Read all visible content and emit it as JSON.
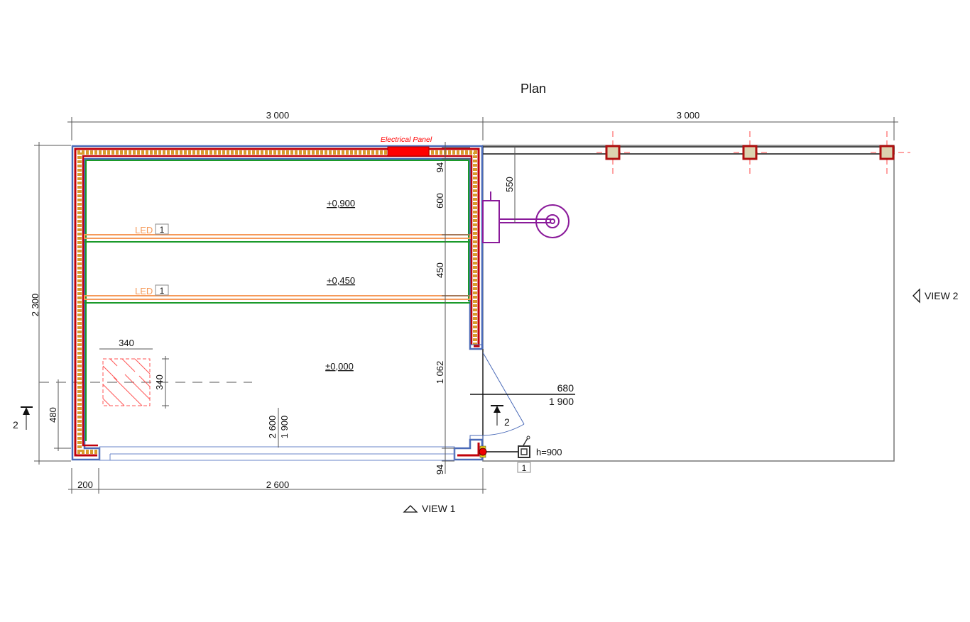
{
  "title": "Plan",
  "colors": {
    "wall_outer": "#4a6ab8",
    "wall_red": "#c0000a",
    "insulation": "#d99a2b",
    "inner": "#1a9a2a",
    "led": "#f59a5a",
    "panel": "#ff0000",
    "heater": "#8a1a9a",
    "post_fill": "#dcd3b0"
  },
  "dimensions": {
    "top_left": "3 000",
    "top_right": "3 000",
    "left_total": "2 300",
    "right_94_top": "94",
    "right_600": "600",
    "right_450": "450",
    "right_1062": "1 062",
    "right_94_bottom": "94",
    "heater_550": "550",
    "bottom_200": "200",
    "bottom_2600": "2 600",
    "left_480": "480",
    "box_width": "340",
    "box_height": "340",
    "window_width": "2 600",
    "window_height": "1 900",
    "door_width": "680",
    "door_height": "1 900"
  },
  "labels": {
    "electrical_panel": "Electrical  Panel",
    "led": "LED",
    "led_tag": "1",
    "level_top": "+0,900",
    "level_mid": "+0,450",
    "level_floor": "±0,000",
    "view1": "VIEW 1",
    "view2": "VIEW 2",
    "section": "2",
    "switch_height": "h=900",
    "switch_tag": "1"
  }
}
